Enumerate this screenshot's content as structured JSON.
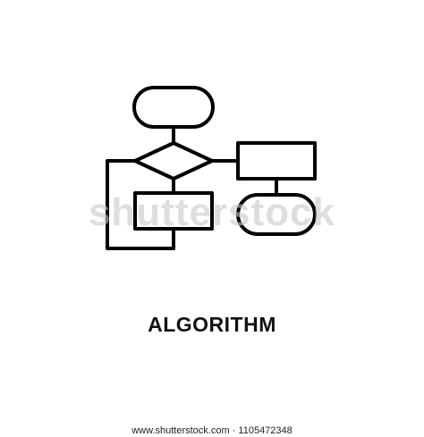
{
  "diagram": {
    "title": "ALGORITHM",
    "icon_name": "flowchart-icon",
    "stroke_color": "#000000",
    "background_color": "#ffffff"
  },
  "watermark": {
    "text": "shutterstock",
    "color": "#c8c8c8"
  },
  "footer": {
    "text": "www.shutterstock.com · 1105472348"
  }
}
